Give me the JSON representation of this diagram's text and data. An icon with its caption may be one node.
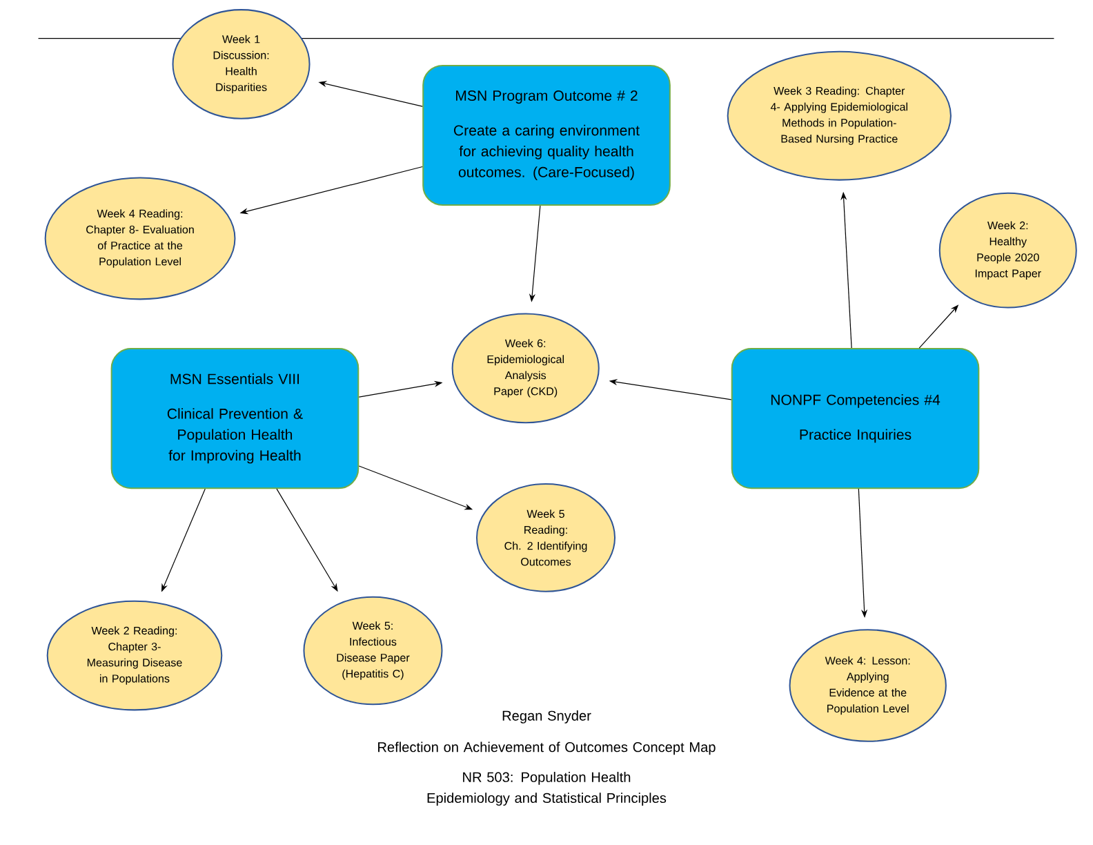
{
  "diagram": {
    "nodes": [
      {
        "text": [
          "MSN Program Outcome # 2",
          "Create a caring environment for achieving quality health outcomes. (Care-Focused)"
        ]
      },
      {
        "text": [
          "Week 1 Discussion: Health Disparities"
        ]
      },
      {
        "text": [
          "Week 4 Reading: Chapter 8- Evaluation of Practice at the Population Level"
        ]
      },
      {
        "text": [
          "Week 3 Reading: Chapter 4- Applying Epidemiological Methods in Population-Based Nursing Practice"
        ]
      },
      {
        "text": [
          "Week 2: Healthy People 2020 Impact Paper"
        ]
      },
      {
        "text": [
          "Week 6: Epidemiological Analysis Paper (CKD)"
        ]
      },
      {
        "text": [
          "MSN Essentials VIII",
          "Clinical Prevention & Population Health for Improving Health"
        ]
      },
      {
        "text": [
          "NONPF Competencies #4",
          "Practice Inquiries"
        ]
      },
      {
        "text": [
          "Week 5 Reading: Ch. 2 Identifying Outcomes"
        ]
      },
      {
        "text": [
          "Week 2 Reading: Chapter 3- Measuring Disease in Populations"
        ]
      },
      {
        "text": [
          "Week 5: Infectious Disease Paper (Hepatitis C)"
        ]
      },
      {
        "text": [
          "Week 4: Lesson: Applying Evidence at the Population Level"
        ]
      }
    ],
    "edges": [
      {
        "from": 0,
        "to": 1,
        "arrow": "to"
      },
      {
        "from": 0,
        "to": 2,
        "arrow": "to"
      },
      {
        "from": 0,
        "to": 5,
        "arrow": "to"
      },
      {
        "from": 6,
        "to": 5,
        "arrow": "to"
      },
      {
        "from": 6,
        "to": 8,
        "arrow": "to"
      },
      {
        "from": 6,
        "to": 9,
        "arrow": "to"
      },
      {
        "from": 6,
        "to": 10,
        "arrow": "to"
      },
      {
        "from": 7,
        "to": 5,
        "arrow": "to"
      },
      {
        "from": 7,
        "to": 3,
        "arrow": "to"
      },
      {
        "from": 7,
        "to": 4,
        "arrow": "to"
      },
      {
        "from": 7,
        "to": 11,
        "arrow": "to"
      }
    ],
    "labels": [
      "Regan Snyder",
      "Reflection on Achievement of Outcomes Concept Map",
      "NR 503: Population Health Epidemiology and Statistical Principles"
    ]
  }
}
